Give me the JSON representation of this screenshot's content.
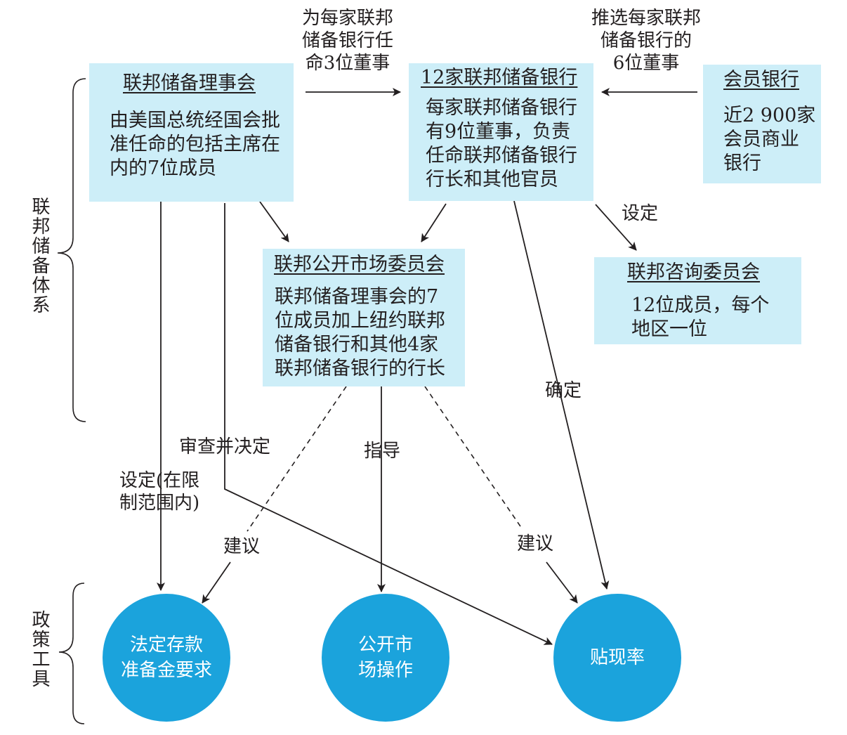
{
  "side_labels": {
    "federal_reserve_system": "联邦储备体系",
    "policy_tools": "政策工具"
  },
  "boxes": {
    "board": {
      "title": "联邦储备理事会",
      "lines": [
        "由美国总统经国会批",
        "准任命的包括主席在",
        "内的7位成员"
      ]
    },
    "reserve_banks": {
      "title": "12家联邦储备银行",
      "lines": [
        "每家联邦储备银行",
        "有9位董事，负责",
        "任命联邦储备银行",
        "行长和其他官员"
      ]
    },
    "member_banks": {
      "title": "会员银行",
      "lines": [
        "近2 900家",
        "会员商业",
        "银行"
      ]
    },
    "fomc": {
      "title": "联邦公开市场委员会",
      "lines": [
        "联邦储备理事会的7",
        "位成员加上纽约联邦",
        "储备银行和其他4家",
        "联邦储备银行的行长"
      ]
    },
    "advisory": {
      "title": "联邦咨询委员会",
      "lines": [
        "12位成员，每个",
        "地区一位"
      ]
    }
  },
  "edge_labels": {
    "board_to_banks": [
      "为每家联邦",
      "储备银行任",
      "命3位董事"
    ],
    "member_to_banks": [
      "推选每家联邦",
      "储备银行的",
      "6位董事"
    ],
    "set_advisory": "设定",
    "confirm": "确定",
    "review_decide": "审查并决定",
    "set_within_limits": [
      "设定(在限",
      "制范围内)"
    ],
    "direct": "指导",
    "recommend_left": "建议",
    "recommend_right": "建议"
  },
  "tools": {
    "reserve_requirements": [
      "法定存款",
      "准备金要求"
    ],
    "open_market": [
      "公开市",
      "场操作"
    ],
    "discount_rate": [
      "贴现率"
    ]
  },
  "colors": {
    "box_fill": "#cdeef8",
    "circle_fill": "#1ba3dc",
    "line": "#231f20"
  }
}
